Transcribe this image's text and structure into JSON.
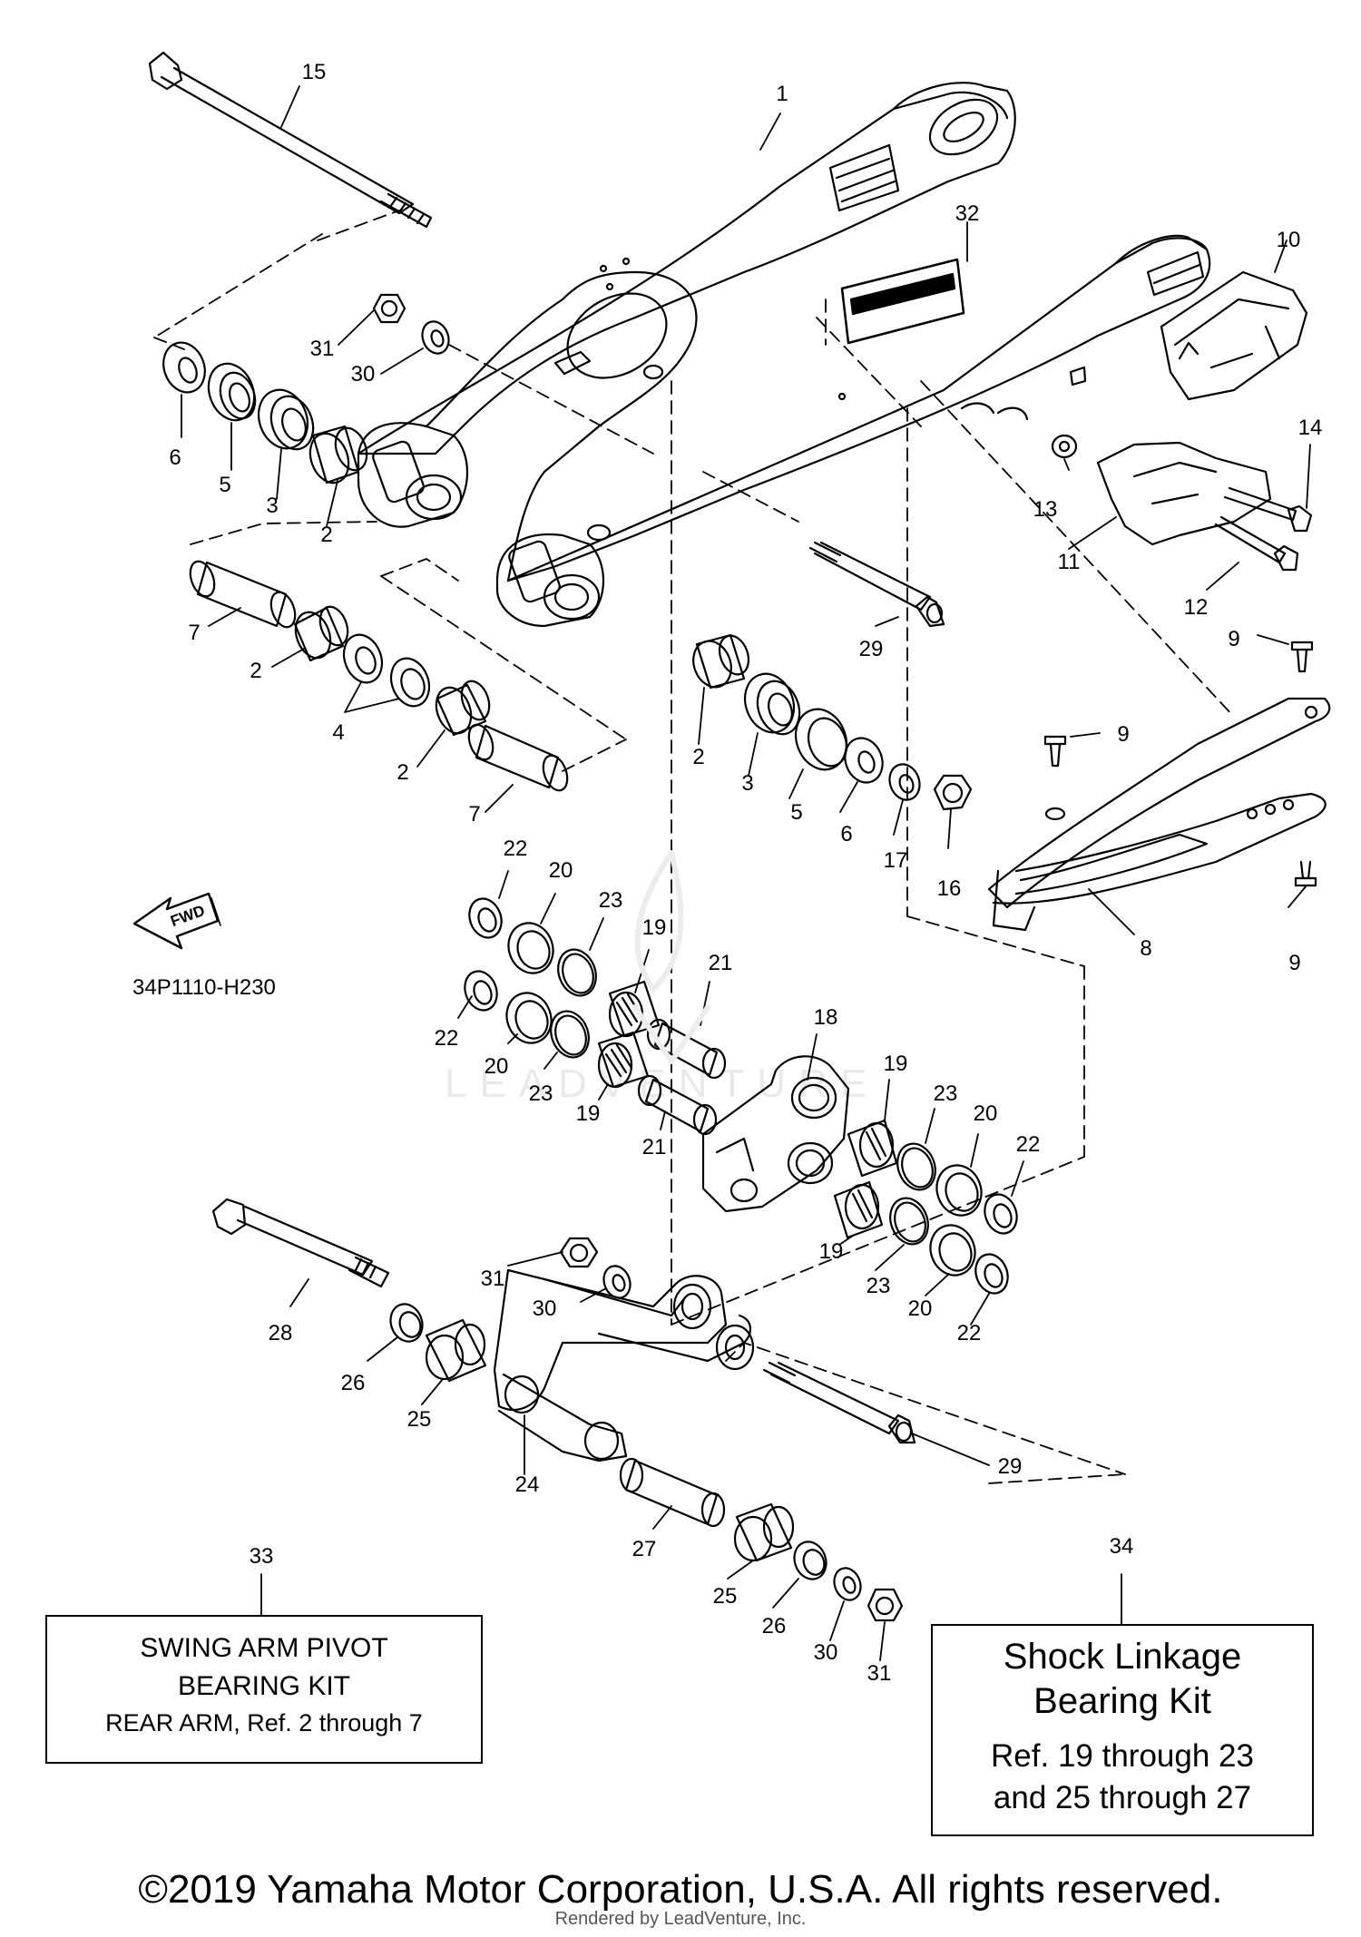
{
  "diagram_code": "34P1110-H230",
  "fwd_label": "FWD",
  "callouts": {
    "c1": "1",
    "c2a": "2",
    "c2b": "2",
    "c2c": "2",
    "c2d": "2",
    "c3a": "3",
    "c3b": "3",
    "c4": "4",
    "c5a": "5",
    "c5b": "5",
    "c6a": "6",
    "c6b": "6",
    "c7a": "7",
    "c7b": "7",
    "c8": "8",
    "c9a": "9",
    "c9b": "9",
    "c9c": "9",
    "c10": "10",
    "c11": "11",
    "c12": "12",
    "c13": "13",
    "c14": "14",
    "c15": "15",
    "c16": "16",
    "c17": "17",
    "c18": "18",
    "c19a": "19",
    "c19b": "19",
    "c19c": "19",
    "c19d": "19",
    "c20a": "20",
    "c20b": "20",
    "c20c": "20",
    "c20d": "20",
    "c21a": "21",
    "c21b": "21",
    "c22a": "22",
    "c22b": "22",
    "c22c": "22",
    "c22d": "22",
    "c23a": "23",
    "c23b": "23",
    "c23c": "23",
    "c23d": "23",
    "c24": "24",
    "c25a": "25",
    "c25b": "25",
    "c26a": "26",
    "c26b": "26",
    "c27": "27",
    "c28": "28",
    "c29a": "29",
    "c29b": "29",
    "c30a": "30",
    "c30b": "30",
    "c30c": "30",
    "c31a": "31",
    "c31b": "31",
    "c31c": "31",
    "c32": "32",
    "c33": "33",
    "c34": "34"
  },
  "kit33": {
    "line1": "SWING ARM PIVOT",
    "line2": "BEARING KIT",
    "line3": "REAR ARM, Ref. 2 through 7"
  },
  "kit34": {
    "line1": "Shock Linkage",
    "line2": "Bearing Kit",
    "line3": "Ref. 19 through 23",
    "line4": "and 25 through 27"
  },
  "copyright": "©2019 Yamaha Motor Corporation, U.S.A. All rights reserved.",
  "watermark_bottom": "Rendered by LeadVenture, Inc.",
  "watermark_center": "LEADVENTURE"
}
